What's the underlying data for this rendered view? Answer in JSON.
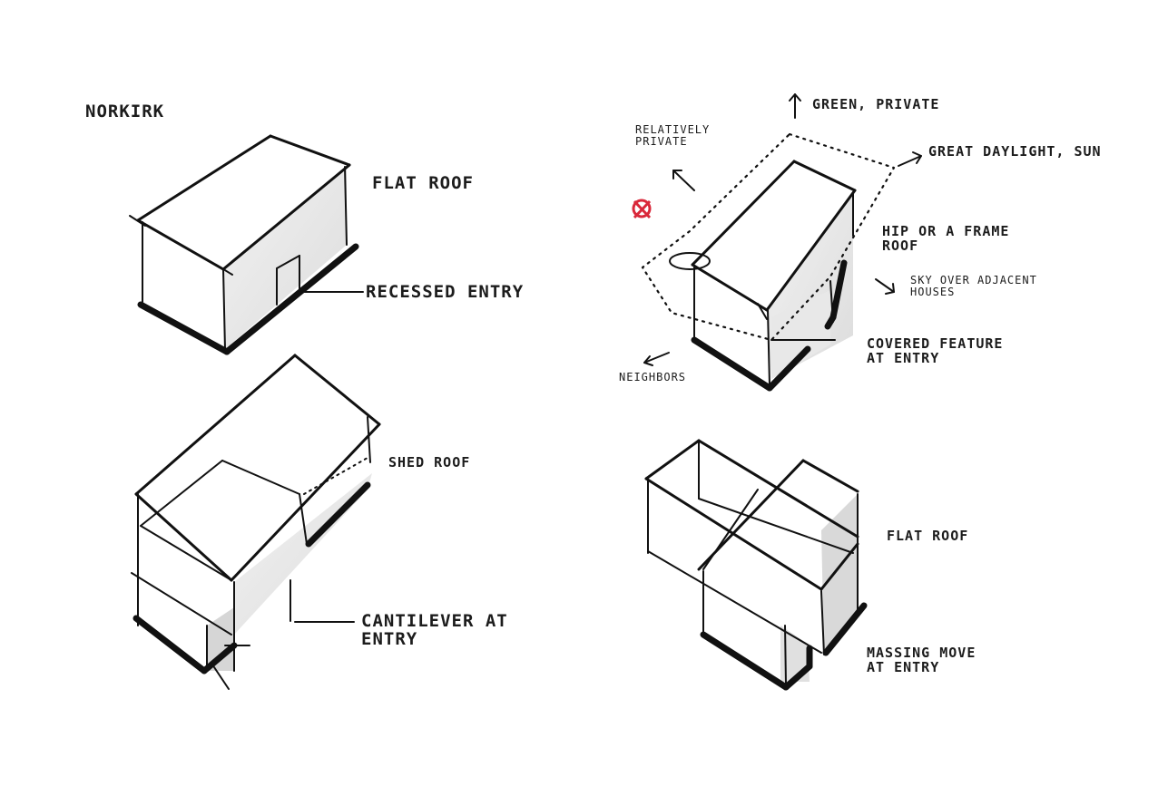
{
  "project_title": "NORKIRK",
  "sketch_1": {
    "roof_label": "FLAT ROOF",
    "entry_label": "RECESSED ENTRY"
  },
  "sketch_2": {
    "roof_label": "SHED ROOF",
    "entry_label": "CANTILEVER AT\nENTRY"
  },
  "sketch_3": {
    "north_label": "GREEN, PRIVATE",
    "privacy_label": "RELATIVELY\nPRIVATE",
    "daylight_label": "GREAT DAYLIGHT, SUN",
    "roof_label": "HIP OR A FRAME\nROOF",
    "sky_label": "SKY OVER ADJACENT\nHOUSES",
    "entry_label": "COVERED FEATURE\nAT ENTRY",
    "neighbors_label": "NEIGHBORS"
  },
  "sketch_4": {
    "roof_label": "FLAT ROOF",
    "entry_label": "MASSING MOVE\nAT ENTRY"
  },
  "colors": {
    "ink": "#111111",
    "paper": "#ffffff",
    "marker_red": "#d9283a"
  }
}
